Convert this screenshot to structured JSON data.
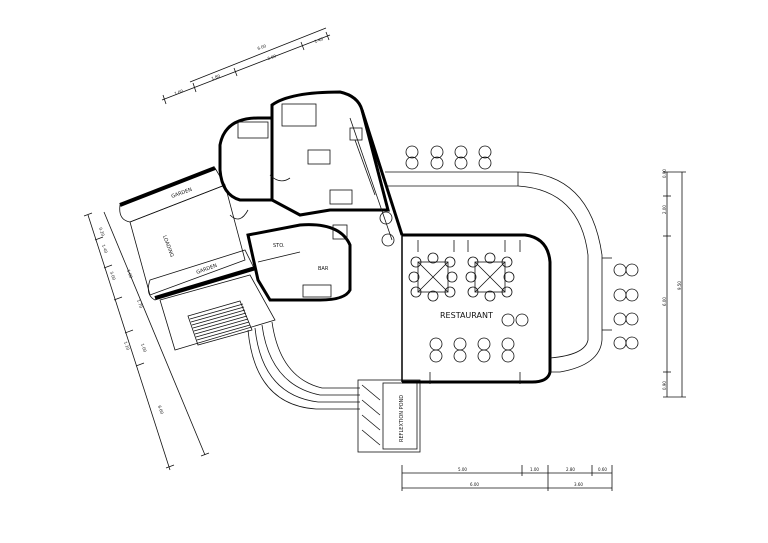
{
  "rooms": {
    "restaurant": "RESTAURANT",
    "bar": "BAR",
    "store": "STO.",
    "garden_top": "GARDEN",
    "garden_bottom": "GARDEN",
    "loading": "LOADING",
    "pond": "REFLEXTION POND"
  },
  "dimensions": {
    "top_overall": "6.00",
    "top_right": "1.40",
    "top_seg1": "1.60",
    "top_seg2": "1.80",
    "top_seg3": "2.60",
    "left_a": "0.20",
    "left_b": "1.40",
    "left_c": "3.00",
    "left_d": "1.60",
    "left_e": "1.70",
    "left_f": "1.00",
    "left_g": "1.10",
    "left_overall": "6.60",
    "right_a": "0.90",
    "right_b": "2.00",
    "right_c": "6.00",
    "right_d": "0.90",
    "right_overall": "9.50",
    "bottom_a": "5.00",
    "bottom_b": "1.00",
    "bottom_c": "2.80",
    "bottom_d": "0.60",
    "bottom_total_left": "6.00",
    "bottom_total_right": "3.60"
  },
  "colors": {
    "line": "#111111",
    "wall": "#000000",
    "paper": "#ffffff"
  }
}
